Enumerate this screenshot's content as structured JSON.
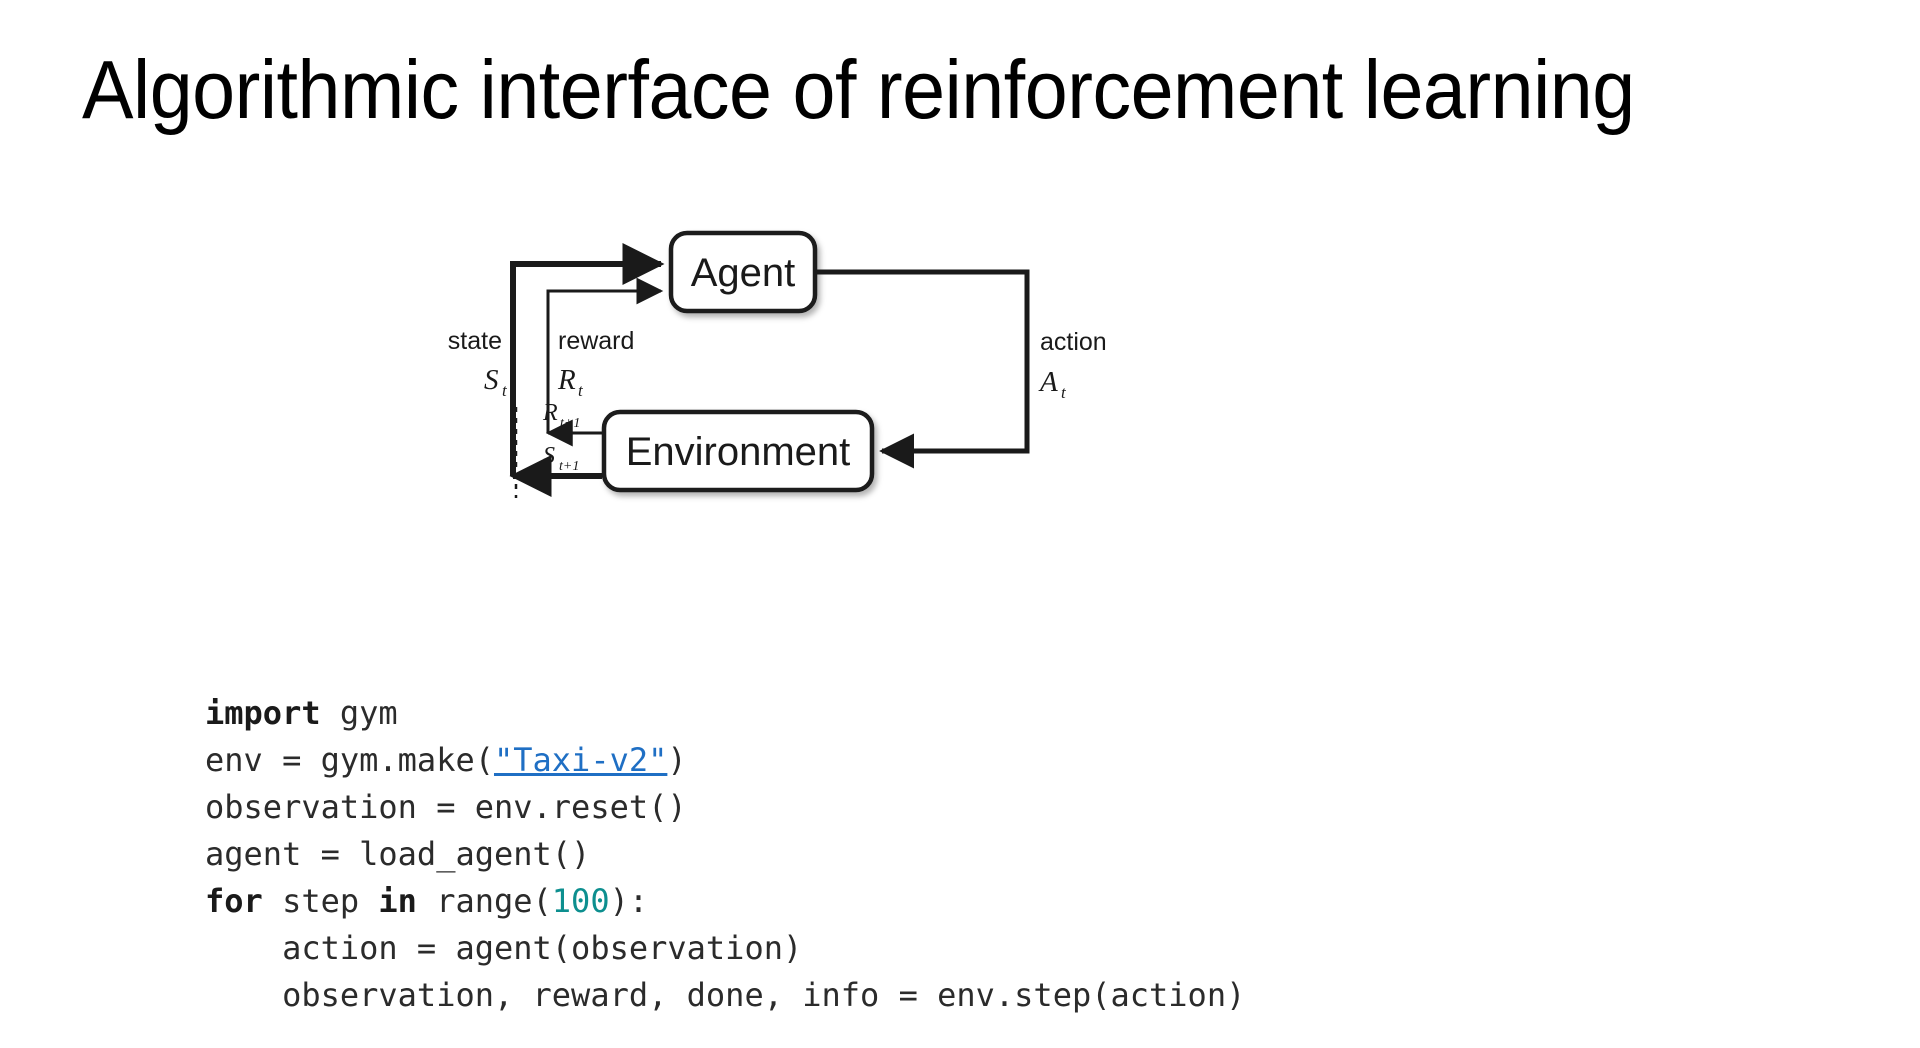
{
  "slide": {
    "title": "Algorithmic interface of reinforcement learning",
    "background_color": "#ffffff"
  },
  "diagram": {
    "name": "agent-environment-interaction-loop",
    "nodes": [
      {
        "id": "agent",
        "label": "Agent"
      },
      {
        "id": "environment",
        "label": "Environment"
      }
    ],
    "edge_labels": {
      "state_word": "state",
      "state_symbol": "S",
      "state_symbol_sub": "t",
      "reward_word": "reward",
      "reward_symbol": "R",
      "reward_symbol_sub": "t",
      "action_word": "action",
      "action_symbol": "A",
      "action_symbol_sub": "t",
      "next_reward_symbol": "R",
      "next_reward_sub": "t+1",
      "next_state_symbol": "S",
      "next_state_sub": "t+1"
    },
    "colors": {
      "stroke": "#1a1a1a",
      "fill": "#ffffff",
      "text": "#1a1a1a"
    }
  },
  "code": {
    "language": "python",
    "colors": {
      "text": "#2b2b2b",
      "keyword": "#1a1a1a",
      "number": "#0d8f8f",
      "link": "#1f6fc4"
    },
    "lines": [
      {
        "tokens": [
          {
            "t": "import",
            "k": "kw"
          },
          {
            "t": " gym",
            "k": ""
          }
        ]
      },
      {
        "tokens": [
          {
            "t": "env = gym.make(",
            "k": ""
          },
          {
            "t": "\"Taxi-v2\"",
            "k": "lnk"
          },
          {
            "t": ")",
            "k": ""
          }
        ]
      },
      {
        "tokens": [
          {
            "t": "observation = env.reset()",
            "k": ""
          }
        ]
      },
      {
        "tokens": [
          {
            "t": "agent = load_agent()",
            "k": ""
          }
        ]
      },
      {
        "tokens": [
          {
            "t": "for",
            "k": "kw"
          },
          {
            "t": " step ",
            "k": ""
          },
          {
            "t": "in",
            "k": "kw"
          },
          {
            "t": " range(",
            "k": ""
          },
          {
            "t": "100",
            "k": "num"
          },
          {
            "t": "):",
            "k": ""
          }
        ]
      },
      {
        "tokens": [
          {
            "t": "    action = agent(observation)",
            "k": ""
          }
        ]
      },
      {
        "tokens": [
          {
            "t": "    observation, reward, done, info = env.step(action)",
            "k": ""
          }
        ]
      }
    ]
  }
}
